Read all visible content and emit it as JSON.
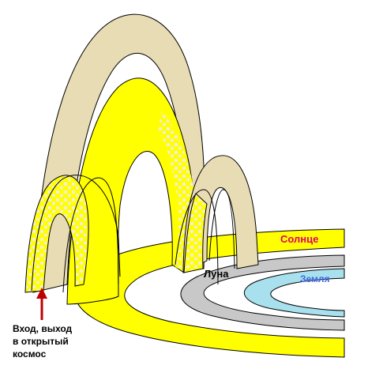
{
  "labels": {
    "sun": "Солнце",
    "moon": "Луна",
    "earth": "Земля",
    "entrance_line1": "Вход, выход",
    "entrance_line2": "в открытый",
    "entrance_line3": "космос"
  },
  "colors": {
    "sun_ring": "#ffff00",
    "moon_ring": "#c8c8c8",
    "earth_ring": "#a8e0ee",
    "arch_tan": "#e8dcb4",
    "arch_yellow": "#ffff00",
    "sun_text": "#e0006a",
    "earth_text": "#4169e1",
    "moon_text": "#000000",
    "arrow": "#c00000"
  }
}
